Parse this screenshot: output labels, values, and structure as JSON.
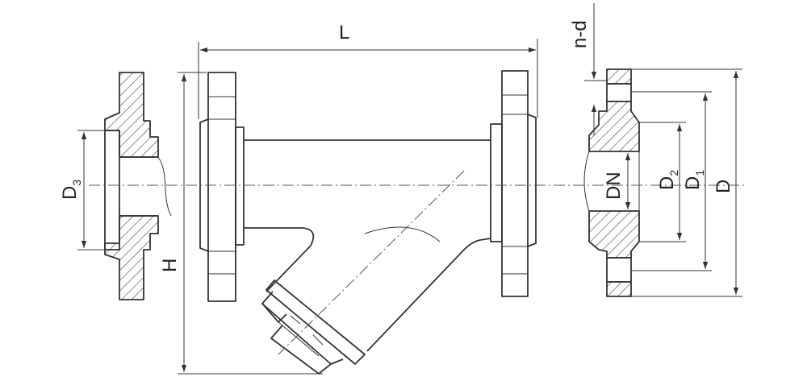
{
  "labels": {
    "length": "L",
    "height": "H",
    "bolt_holes": "n-d",
    "nominal_diameter": "DN",
    "d2_main": "D",
    "d2_sub": "2",
    "d1_main": "D",
    "d1_sub": "1",
    "d3_main": "D",
    "d3_sub": "3",
    "outer_diameter": "D"
  },
  "colors": {
    "line": "#333333",
    "background": "#ffffff"
  }
}
